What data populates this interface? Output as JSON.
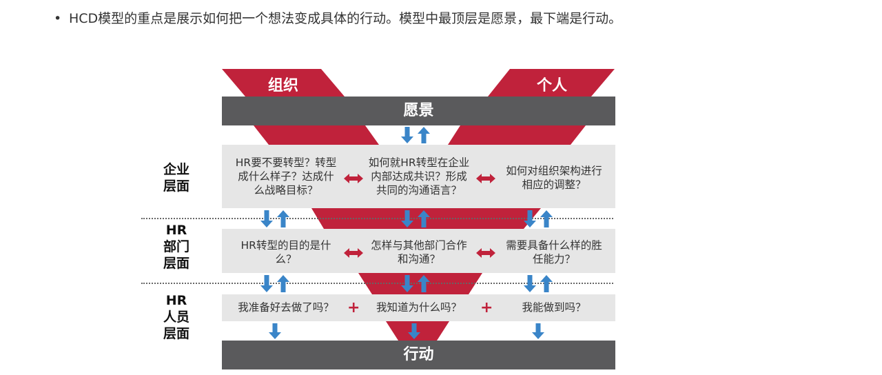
{
  "intro_text": "HCD模型的重点是展示如何把一个想法变成具体的行动。模型中最顶层是愿景，最下端是行动。",
  "diagram": {
    "left_header": "组织",
    "right_header": "个人",
    "top_bar": "愿景",
    "bottom_bar": "行动",
    "levels": [
      {
        "label": "企业\n层面",
        "cells": [
          "HR要不要转型？转型\n成什么样子？达成什\n么战略目标？",
          "如何就HR转型在企业\n内部达成共识？形成\n共同的沟通语言？",
          "如何对组织架构进行\n相应的调整？"
        ]
      },
      {
        "label": "HR\n部门\n层面",
        "cells": [
          "HR转型的目的是什\n么？",
          "怎样与其他部门合作\n和沟通？",
          "需要具备什么样的胜\n任能力？"
        ]
      },
      {
        "label": "HR\n人员\n层面",
        "cells": [
          "我准备好去做了吗？",
          "我知道为什么吗？",
          "我能做到吗？"
        ]
      }
    ],
    "plus_sign": "+",
    "colors": {
      "red": "#c0223b",
      "gray_bar": "#5a5a5c",
      "band": "#e6e6e6",
      "arrow_blue": "#3a85c8"
    }
  }
}
